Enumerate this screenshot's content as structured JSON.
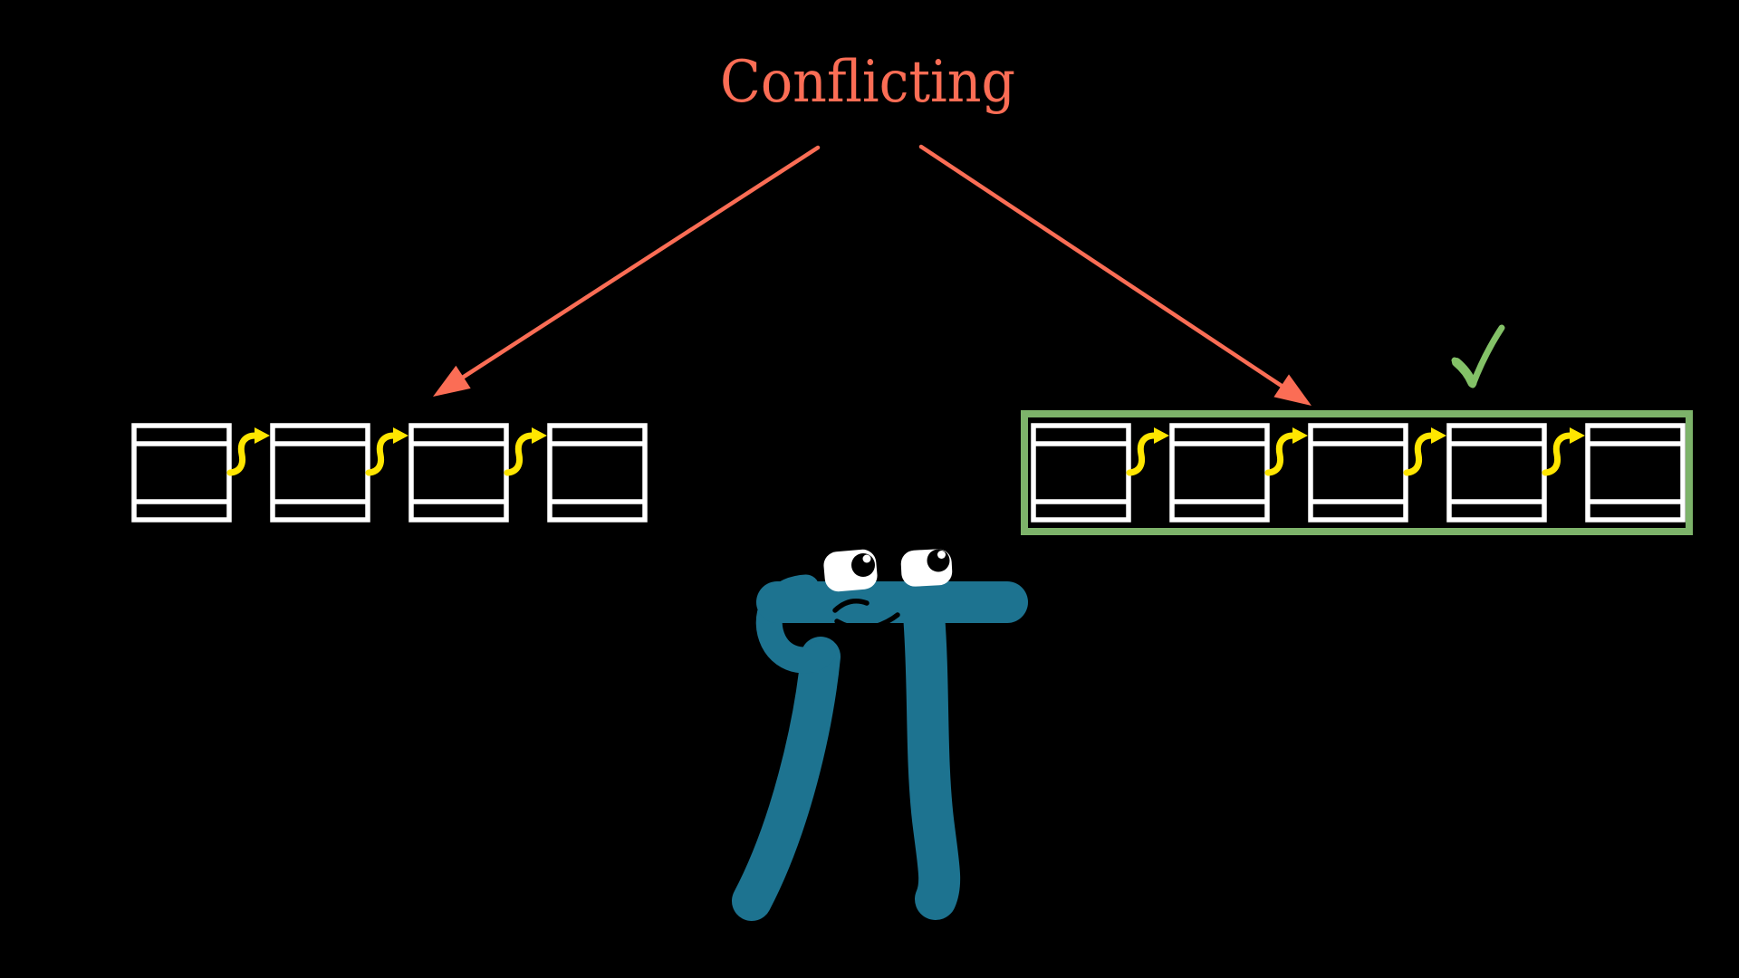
{
  "title": {
    "text": "Conflicting"
  },
  "colors": {
    "background": "#000000",
    "title": "#fb6d55",
    "arrow": "#fb6d55",
    "block": "#ffffff",
    "link": "#ffe600",
    "box": "#7db36a",
    "check": "#83c167",
    "pi_body": "#1d7390",
    "eye": "#ffffff",
    "pupil": "#000000"
  },
  "left_chain": {
    "block_count": 4,
    "outlined": false,
    "checked": false
  },
  "right_chain": {
    "block_count": 5,
    "outlined": true,
    "checked": true
  },
  "icons": {
    "link_arrow": "curved-arrow-icon",
    "checkmark": "checkmark-icon",
    "pointer_arrow": "straight-arrow-icon"
  }
}
